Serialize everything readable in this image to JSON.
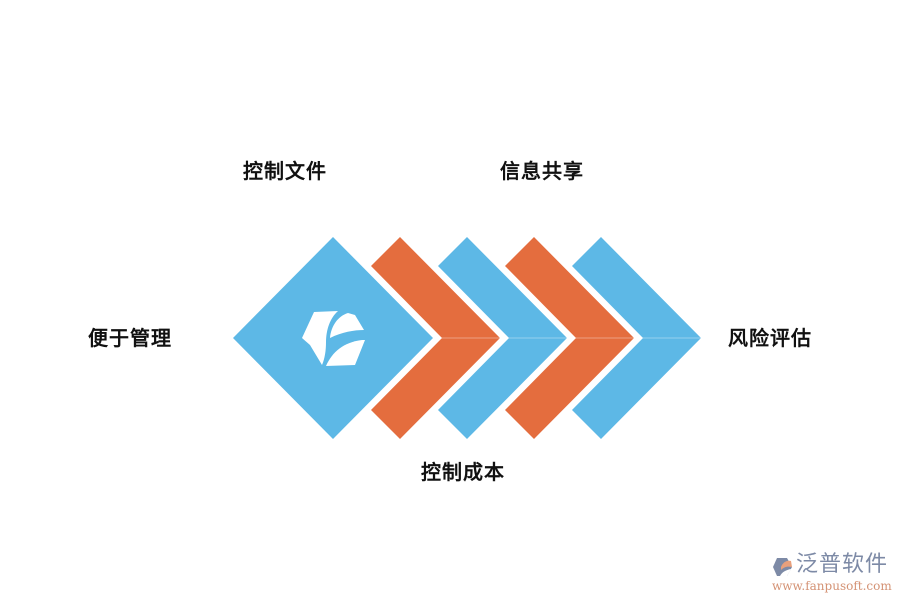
{
  "diagram": {
    "colors": {
      "blue": "#5db8e6",
      "orange": "#e46d3e",
      "background": "#ffffff",
      "text": "#111111"
    },
    "center_icon": "fanpu-hexagon-logo-icon",
    "shapes": [
      {
        "type": "diamond",
        "color": "blue"
      },
      {
        "type": "chevron",
        "color": "orange"
      },
      {
        "type": "chevron",
        "color": "blue"
      },
      {
        "type": "chevron",
        "color": "orange"
      },
      {
        "type": "chevron",
        "color": "blue"
      }
    ],
    "labels": {
      "left": "便于管理",
      "top_left": "控制文件",
      "top_right": "信息共享",
      "bottom": "控制成本",
      "right": "风险评估"
    }
  },
  "watermark": {
    "icon": "fanpu-logo-icon",
    "title": "泛普软件",
    "url": "www.fanpusoft.com"
  }
}
